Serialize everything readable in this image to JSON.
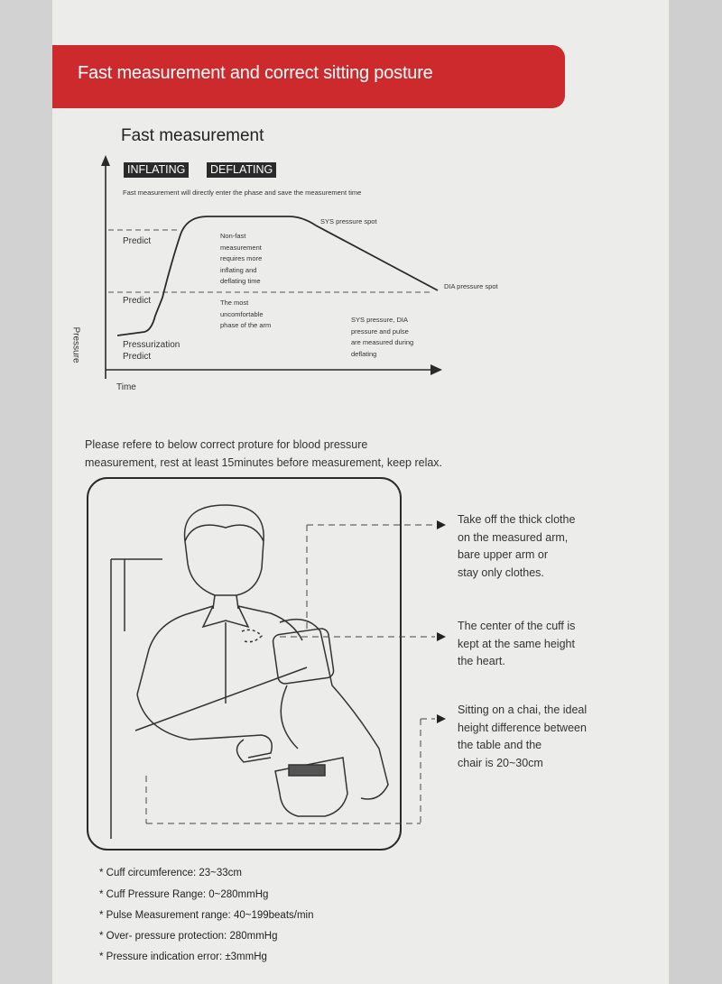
{
  "banner": {
    "title": "Fast measurement and correct sitting posture"
  },
  "diagram": {
    "title": "Fast measurement",
    "phase_inflating": "INFLATING",
    "phase_deflating": "DEFLATING",
    "intro_note": "Fast measurement will directly enter the phase and save the measurement time",
    "sys_spot": "SYS pressure spot",
    "dia_spot": "DIA pressure spot",
    "predict_top": "Predict",
    "predict_mid": "Predict",
    "pressurization_line1": "Pressurization",
    "pressurization_line2": "Predict",
    "nonfast_note": [
      "Non-fast",
      "measurement",
      "requires more",
      "inflating and",
      "deflating time"
    ],
    "uncomfortable_note": [
      "The most",
      "uncomfortable",
      "phase of the arm"
    ],
    "deflating_note": [
      "SYS pressure, DIA",
      "pressure and pulse",
      "are measured during",
      "deflating"
    ],
    "y_axis_label": "Pressure",
    "x_axis_label": "Time"
  },
  "posture": {
    "intro_line1": "Please refere to below correct proture for blood pressure",
    "intro_line2": "measurement, rest at least 15minutes before measurement, keep relax.",
    "callout1": [
      "Take off the thick clothe",
      "on the measured arm,",
      "bare upper arm or",
      "stay only clothes."
    ],
    "callout2": [
      "The center of the cuff is",
      "kept at the same height",
      "the heart."
    ],
    "callout3": [
      "Sitting on a chai, the ideal",
      "height difference between",
      "the table and the",
      "chair is 20~30cm"
    ]
  },
  "specs": [
    "* Cuff circumference: 23~33cm",
    "* Cuff  Pressure Range: 0~280mmHg",
    "* Pulse Measurement range:  40~199beats/min",
    "* Over- pressure protection: 280mmHg",
    "* Pressure indication error: ±3mmHg"
  ],
  "colors": {
    "banner": "#cc2a2c",
    "paper": "#ececea",
    "ink": "#2a2a2a"
  }
}
